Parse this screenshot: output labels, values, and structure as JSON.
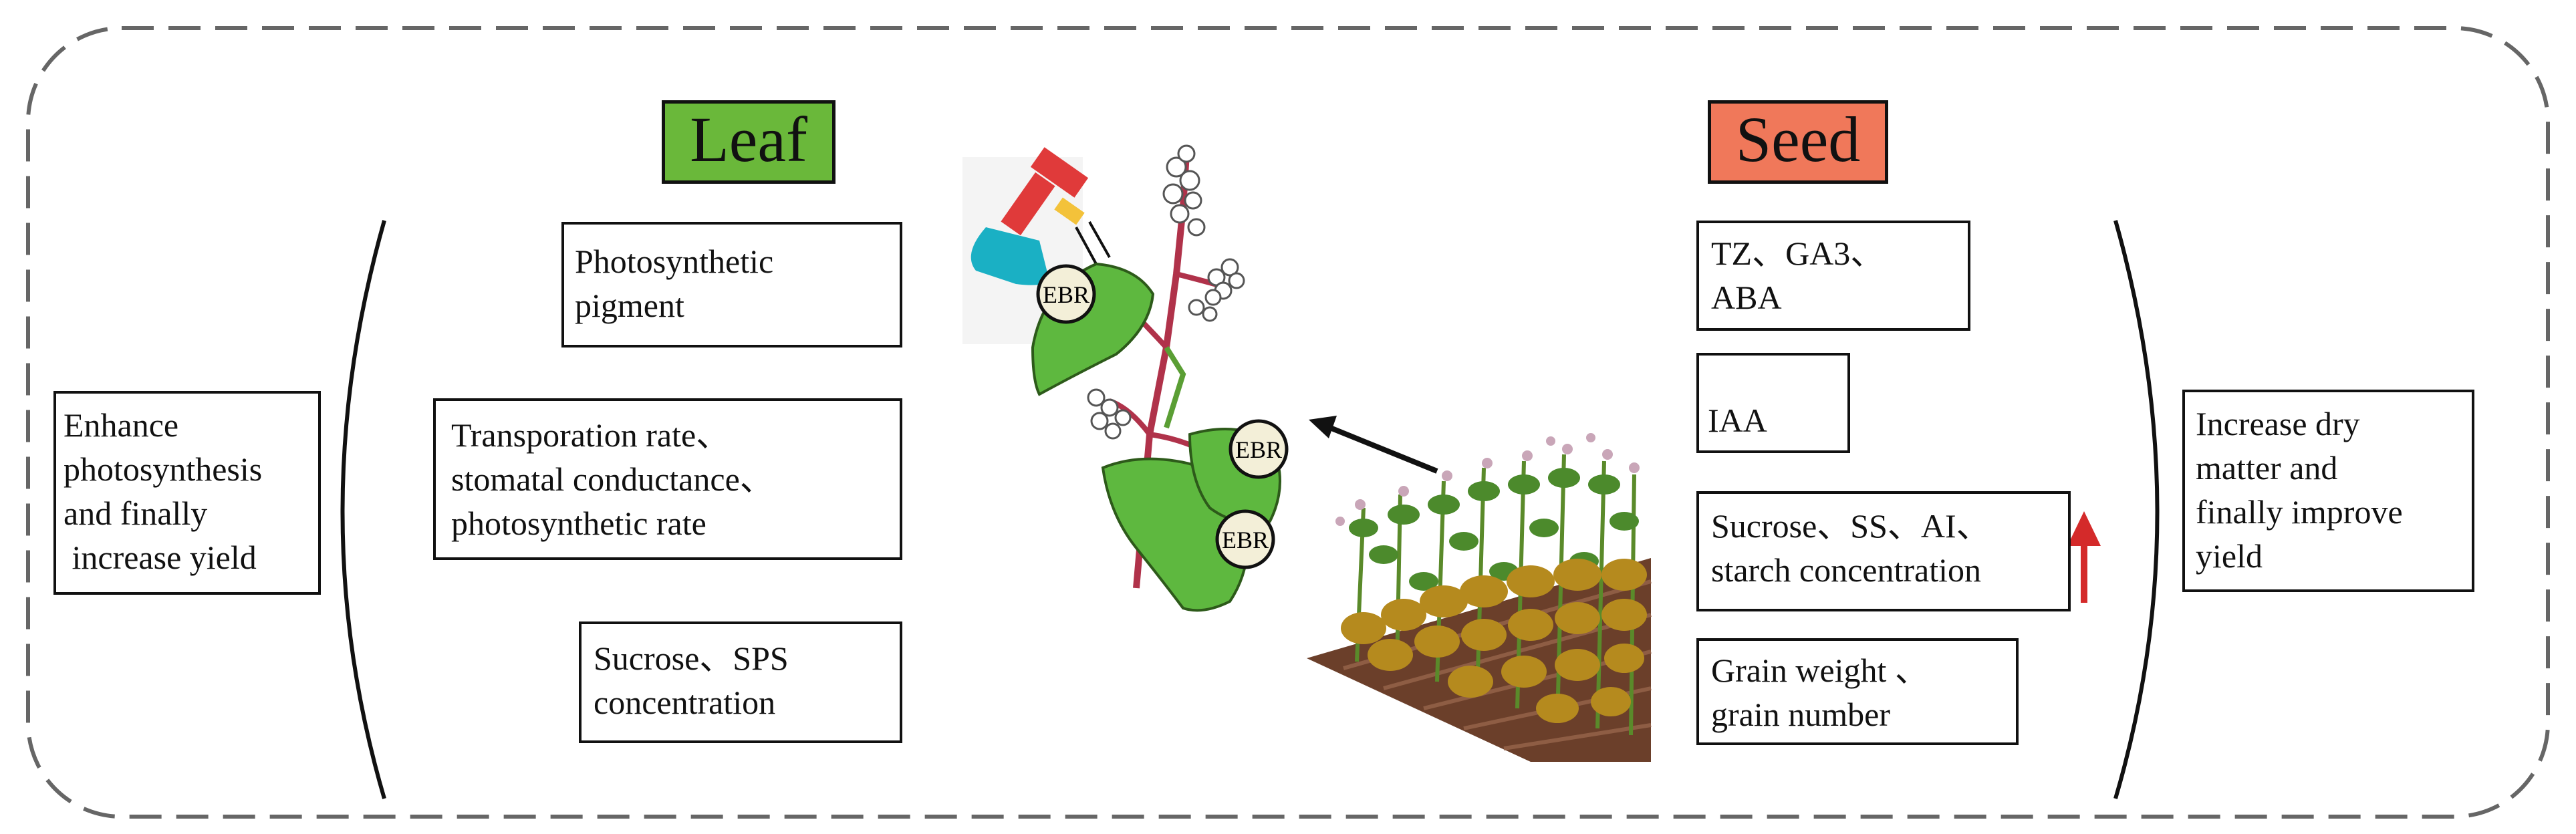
{
  "headers": {
    "leaf": "Leaf",
    "seed": "Seed"
  },
  "left_summary": [
    "Enhance",
    "photosynthesis",
    "and finally",
    " increase yield"
  ],
  "right_summary": [
    "Increase dry",
    "matter and",
    "finally improve",
    "yield"
  ],
  "leaf_boxes": [
    {
      "lines": [
        "Photosynthetic",
        "pigment"
      ],
      "direction": "up"
    },
    {
      "lines": [
        "Transporation rate、",
        "stomatal conductance、",
        "photosynthetic rate"
      ],
      "direction": "up"
    },
    {
      "lines": [
        "Sucrose、SPS",
        "concentration"
      ],
      "direction": "up"
    }
  ],
  "seed_boxes": [
    {
      "lines": [
        "TZ、GA3、",
        "ABA"
      ],
      "direction": "down"
    },
    {
      "lines": [
        "IAA"
      ],
      "direction": "up"
    },
    {
      "lines": [
        "Sucrose、SS、AI、",
        "starch concentration"
      ],
      "direction": "up"
    },
    {
      "lines": [
        "Grain weight 、",
        "grain number"
      ],
      "direction": "up"
    }
  ],
  "ebr_labels": [
    "EBR",
    "EBR",
    "EBR"
  ],
  "colors": {
    "up_arrow": "#d42a2a",
    "down_arrow": "#1a6fc4",
    "leaf_header": "#6ab83a",
    "seed_header": "#f0785a",
    "leaf_green": "#5eb83f",
    "soil": "#6b3f2a",
    "field_leaf": "#b58a1e"
  }
}
